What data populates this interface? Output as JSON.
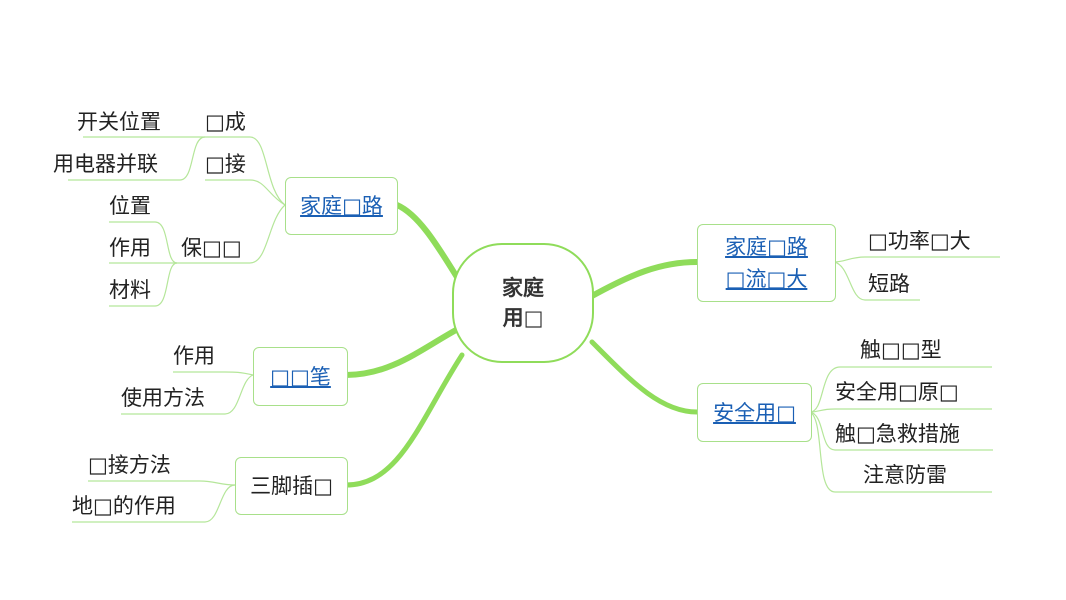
{
  "center": {
    "line1": "家庭",
    "line2": "用□"
  },
  "branches": {
    "circuit": {
      "label": "家庭□路",
      "children": {
        "composition": {
          "label": "□成",
          "children": [
            "开关位置"
          ]
        },
        "connection": {
          "label": "□接",
          "children": [
            "用电器并联"
          ]
        },
        "fuse": {
          "label": "保□□",
          "children": [
            "位置",
            "作用",
            "材料"
          ]
        }
      }
    },
    "pen": {
      "label": "□□笔",
      "children": [
        "作用",
        "使用方法"
      ]
    },
    "plug": {
      "label": "三脚插□",
      "children": [
        "□接方法",
        "地□的作用"
      ]
    },
    "current": {
      "line1": "家庭□路",
      "line2": "□流□大",
      "children": [
        "□功率□大",
        "短路"
      ]
    },
    "safety": {
      "label": "安全用□",
      "children": [
        "触□□型",
        "安全用□原□",
        "触□急救措施",
        "注意防雷"
      ]
    }
  },
  "colors": {
    "branch": "#8fdc5a",
    "thin": "#b5e69a",
    "link": "#1a5fb4"
  }
}
